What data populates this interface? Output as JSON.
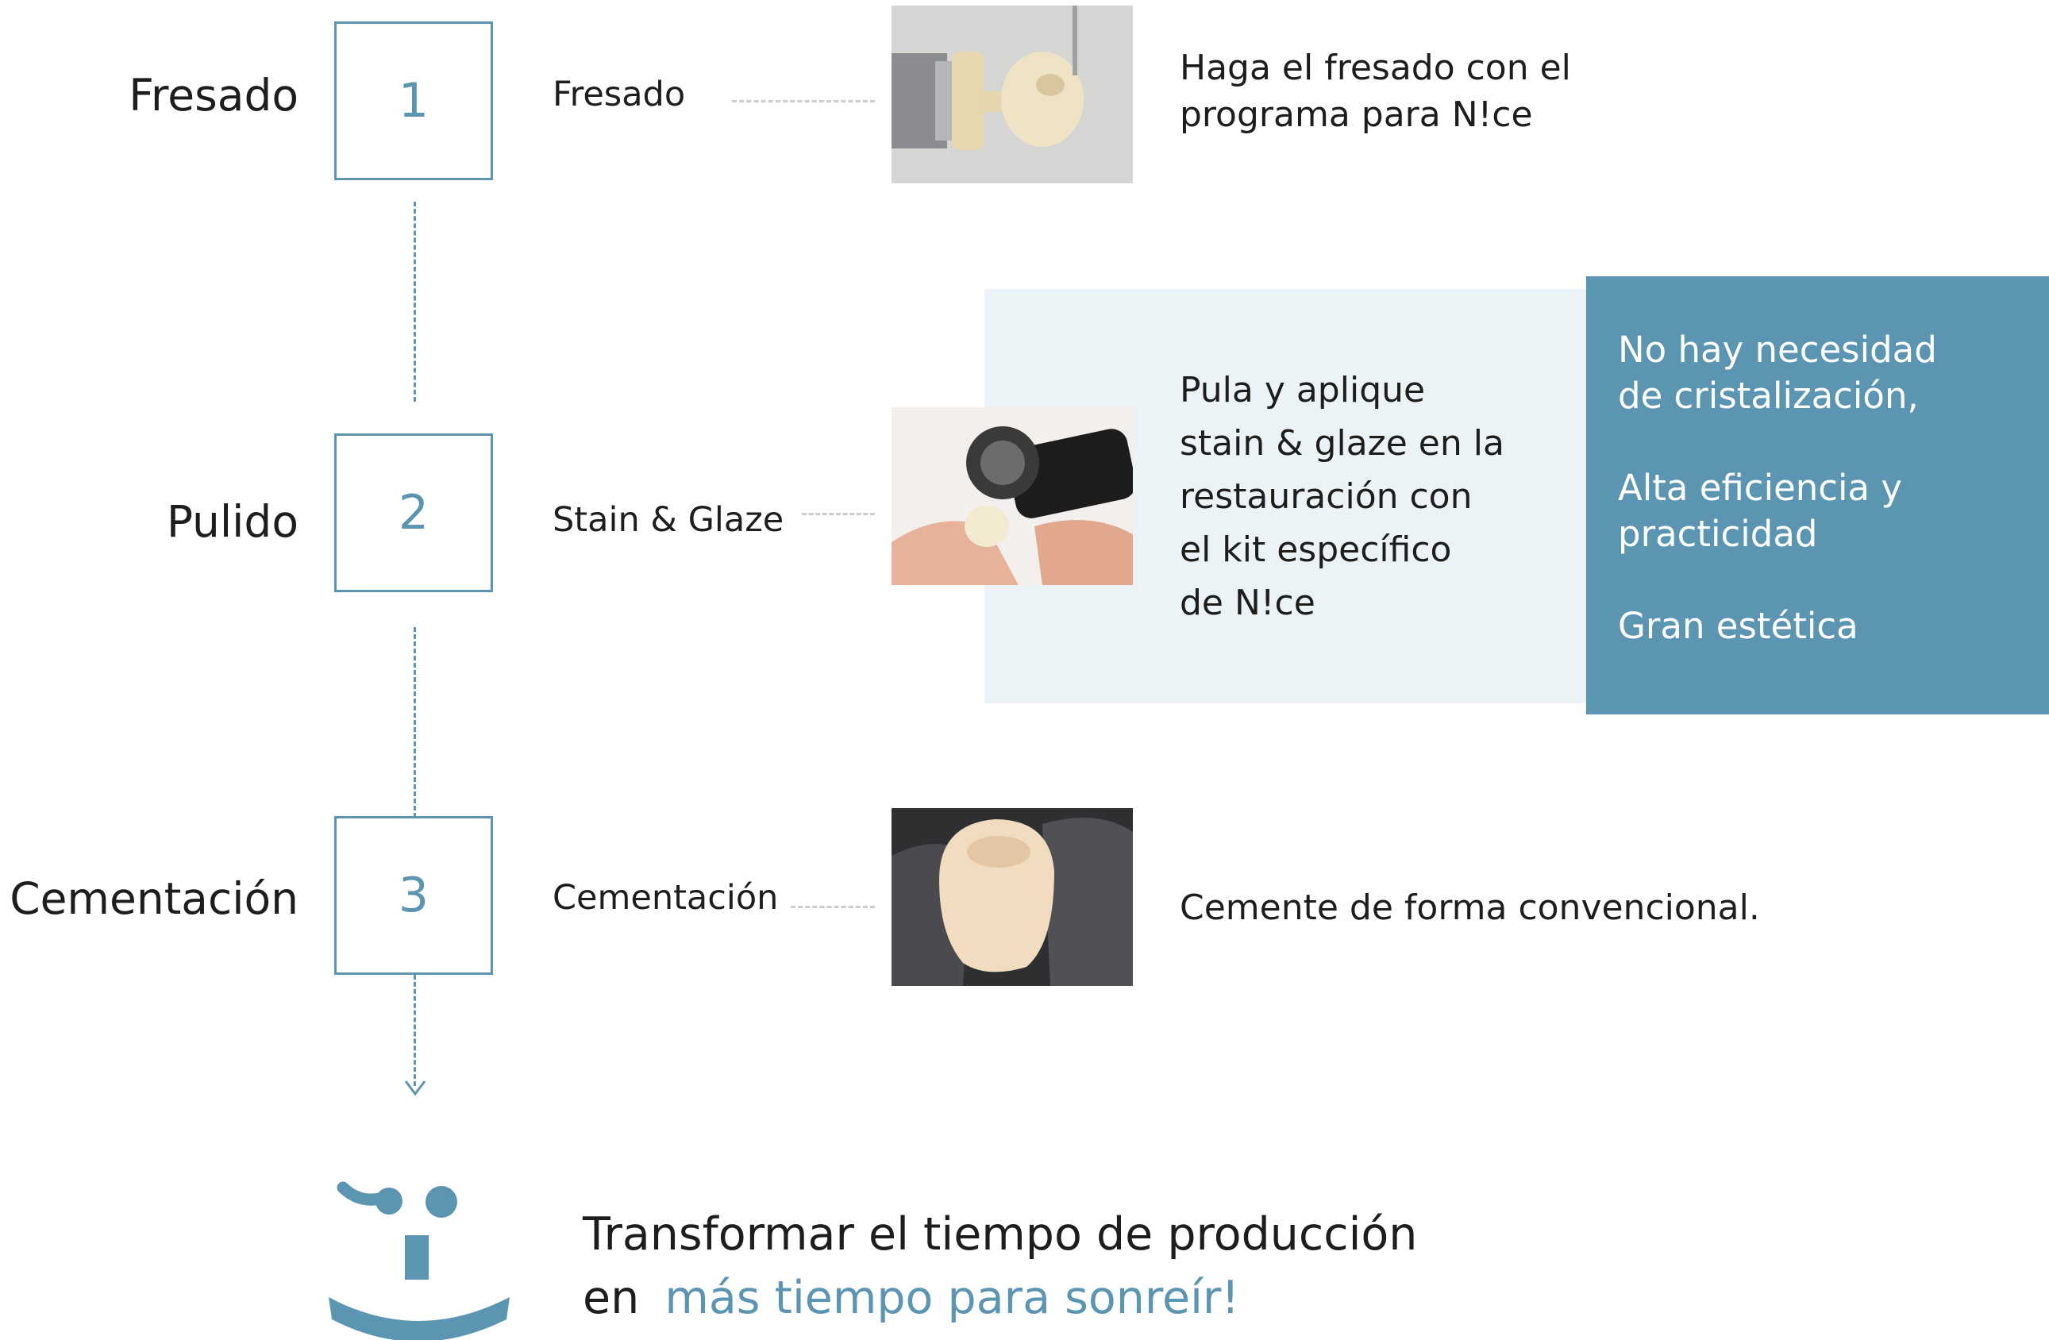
{
  "colors": {
    "accent": "#5b95b2",
    "pale_panel": "#ecf3f6",
    "text": "#1d1d1b",
    "connector": "#c9cdd0"
  },
  "steps": [
    {
      "stage": "Fresado",
      "number": "1",
      "name": "Fresado",
      "description": [
        "Haga el fresado con el",
        "programa para N!ce"
      ],
      "image": "milling-machine-crown-photo"
    },
    {
      "stage": "Pulido",
      "number": "2",
      "name": "Stain & Glaze",
      "description": [
        "Pula y aplique",
        "stain & glaze en la",
        "restauración con",
        "el kit específico",
        "de N!ce"
      ],
      "image": "polishing-brush-crown-photo"
    },
    {
      "stage": "Cementación",
      "number": "3",
      "name": "Cementación",
      "description": [
        "Cemente de forma convencional."
      ],
      "image": "cemented-crown-model-photo"
    }
  ],
  "benefits": [
    "No hay necesidad",
    "de cristalización,",
    "Alta eficiencia y",
    "practicidad",
    "Gran estética"
  ],
  "footer": {
    "line1": "Transformar el tiempo de producción",
    "line2_prefix": "en",
    "line2_highlight": "más tiempo para sonreír!"
  },
  "logo": "smile-logo"
}
